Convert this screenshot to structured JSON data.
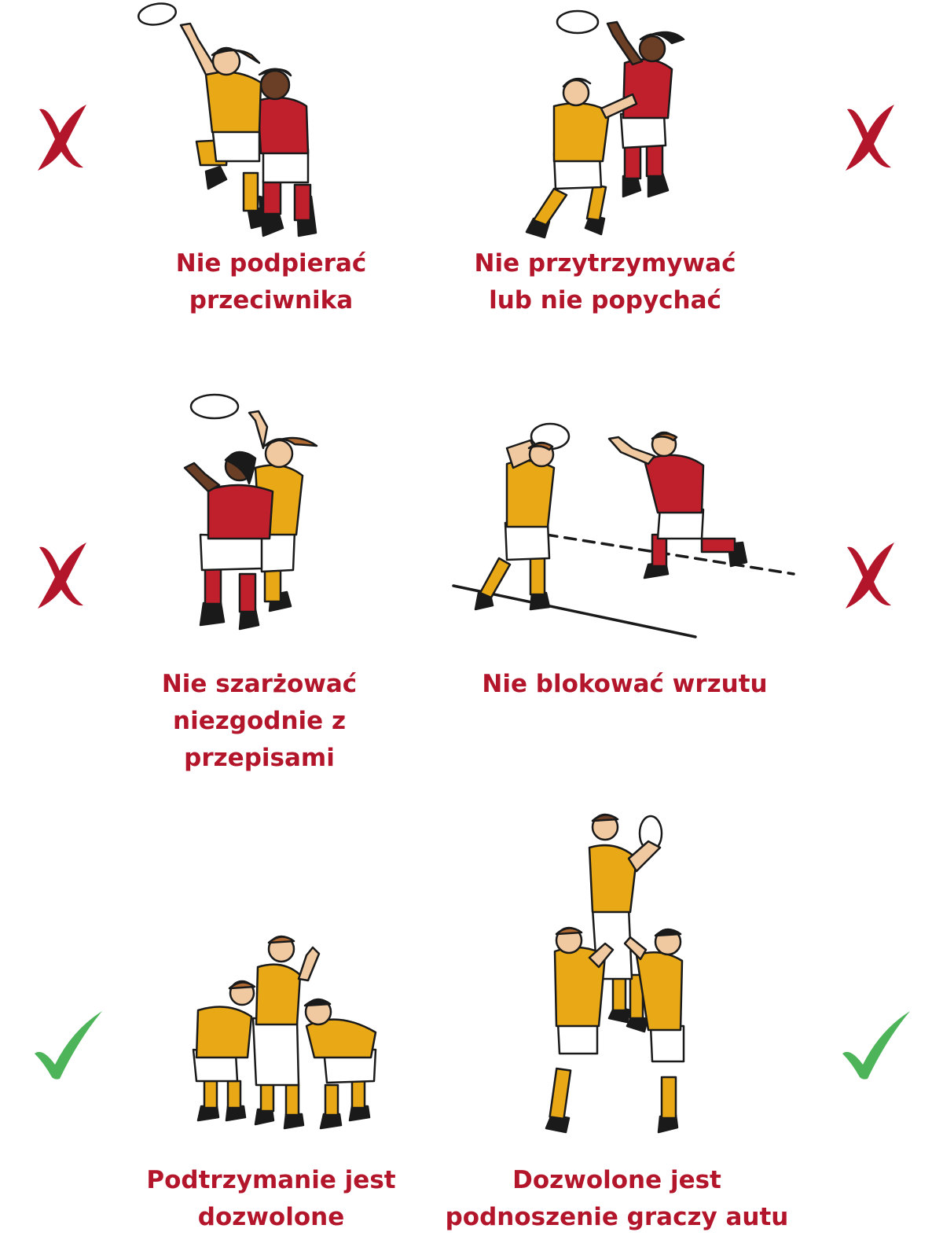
{
  "colors": {
    "caption": "#b3152b",
    "cross": "#b3152b",
    "check": "#4db45a",
    "yellow_jersey": "#e9a916",
    "red_jersey": "#c0202c",
    "skin": "#f1c9a0",
    "dark_skin": "#6b3e26",
    "outline": "#1a1a1a"
  },
  "panels": [
    {
      "caption": "Nie podpierać\nprzeciwnika",
      "verdict": "cross",
      "verdict_icon": "cross-icon",
      "figure": "lifting-opponent-illustration"
    },
    {
      "caption": "Nie przytrzymywać\nlub nie popychać",
      "verdict": "cross",
      "verdict_icon": "cross-icon",
      "figure": "pushing-opponent-illustration"
    },
    {
      "caption": "Nie szarżować\nniezgodnie z\nprzepisami",
      "verdict": "cross",
      "verdict_icon": "cross-icon",
      "figure": "illegal-charge-illustration"
    },
    {
      "caption": "Nie blokować wrzutu",
      "verdict": "cross",
      "verdict_icon": "cross-icon",
      "figure": "blocking-throw-illustration"
    },
    {
      "caption": "Podtrzymanie jest\ndozwolone",
      "verdict": "check",
      "verdict_icon": "check-icon",
      "figure": "supporting-jumper-illustration"
    },
    {
      "caption": "Dozwolone jest\npodnoszenie graczy autu",
      "verdict": "check",
      "verdict_icon": "check-icon",
      "figure": "lifting-jumper-illustration"
    }
  ]
}
